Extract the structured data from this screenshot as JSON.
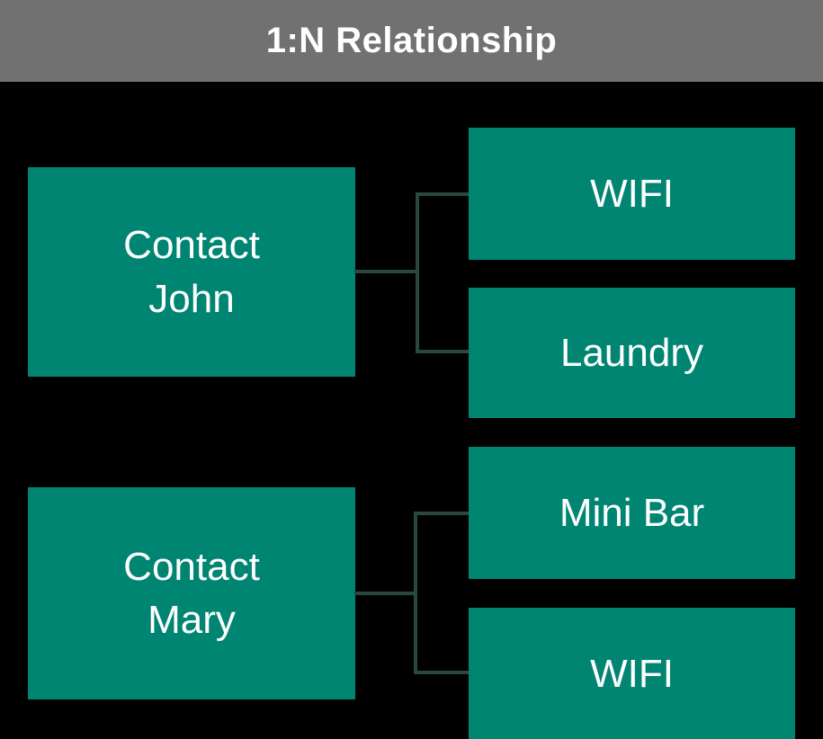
{
  "header": {
    "title": "1:N Relationship"
  },
  "colors": {
    "canvas_bg": "#000000",
    "header_bg": "#717171",
    "header_text": "#ffffff",
    "entity_bg": "#008573",
    "entity_text": "#ffffff",
    "connector": "#2a4842"
  },
  "diagram": {
    "groups": [
      {
        "parent": {
          "label": "Contact\nJohn"
        },
        "children": [
          {
            "label": "WIFI"
          },
          {
            "label": "Laundry"
          }
        ]
      },
      {
        "parent": {
          "label": "Contact\nMary"
        },
        "children": [
          {
            "label": "Mini Bar"
          },
          {
            "label": "WIFI"
          }
        ]
      }
    ]
  }
}
